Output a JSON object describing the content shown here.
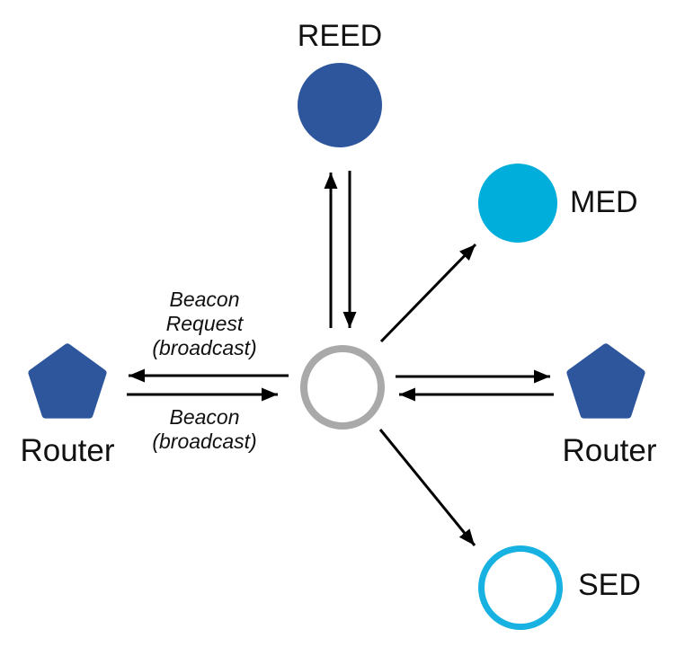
{
  "diagram": {
    "nodes": {
      "reed": {
        "label": "REED",
        "shape": "circle",
        "fill": "#2d569d"
      },
      "med": {
        "label": "MED",
        "shape": "circle",
        "fill": "#00aedb"
      },
      "joining_device": {
        "label": "",
        "shape": "circle",
        "fill": "#ffffff",
        "border": "#a9a9a9"
      },
      "router_left": {
        "label": "Router",
        "shape": "pentagon",
        "fill": "#2d569d"
      },
      "router_right": {
        "label": "Router",
        "shape": "pentagon",
        "fill": "#2d569d"
      },
      "sed": {
        "label": "SED",
        "shape": "circle",
        "fill": "#ffffff",
        "border": "#17b2e1"
      }
    },
    "edge_labels": {
      "beacon_request": "Beacon\nRequest\n(broadcast)",
      "beacon": "Beacon\n(broadcast)"
    },
    "edges": [
      {
        "from": "joining_device",
        "to": "reed",
        "type": "bidirectional-pair"
      },
      {
        "from": "joining_device",
        "to": "med",
        "type": "single-outgoing"
      },
      {
        "from": "joining_device",
        "to": "router_left",
        "type": "bidirectional-pair",
        "outgoing_label": "Beacon Request (broadcast)",
        "incoming_label": "Beacon (broadcast)"
      },
      {
        "from": "joining_device",
        "to": "router_right",
        "type": "bidirectional-pair"
      },
      {
        "from": "joining_device",
        "to": "sed",
        "type": "single-outgoing"
      }
    ],
    "colors": {
      "arrow": "#000000",
      "text": "#111111",
      "node_dark_blue": "#2d569d",
      "node_cyan_fill": "#00aedb",
      "sed_border_cyan": "#17b2e1",
      "joiner_border_gray": "#a9a9a9"
    }
  }
}
